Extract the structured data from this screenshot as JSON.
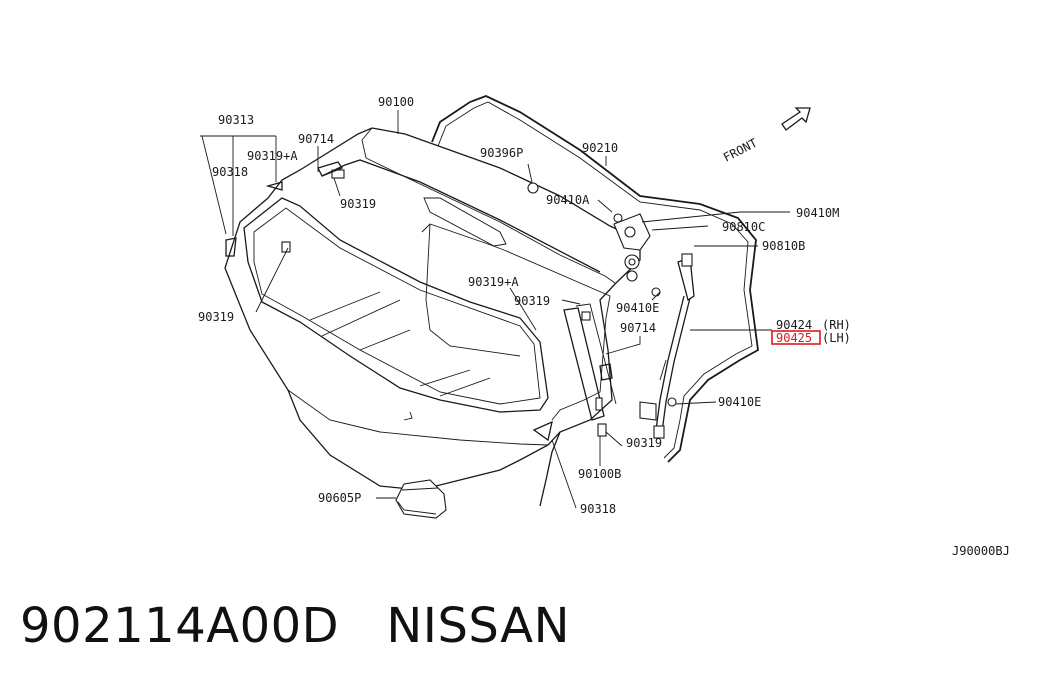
{
  "labels": {
    "p90313": "90313",
    "p90100": "90100",
    "p90714_top": "90714",
    "p90319a_top": "90319+A",
    "p90318_left": "90318",
    "p90319_top": "90319",
    "p90396p": "90396P",
    "p90210": "90210",
    "p90410a": "90410A",
    "p90410m": "90410M",
    "p90810c": "90810C",
    "p90810b": "90810B",
    "p90319a_mid": "90319+A",
    "p90319_mid": "90319",
    "p90410e_upper": "90410E",
    "p90714_mid": "90714",
    "p90319_left": "90319",
    "p90424": "90424",
    "rh": "(RH)",
    "p90425": "90425",
    "lh": "(LH)",
    "p90410e_lower": "90410E",
    "p90319_low": "90319",
    "p90100b": "90100B",
    "p90605p": "90605P",
    "p90318_low": "90318",
    "front": "FRONT",
    "diagram_code": "J90000BJ"
  },
  "highlight": {
    "part": "90425",
    "color": "#e0191f"
  },
  "footer": {
    "part_number": "902114A00D",
    "brand": "NISSAN",
    "text": "902114A00D   NISSAN"
  }
}
